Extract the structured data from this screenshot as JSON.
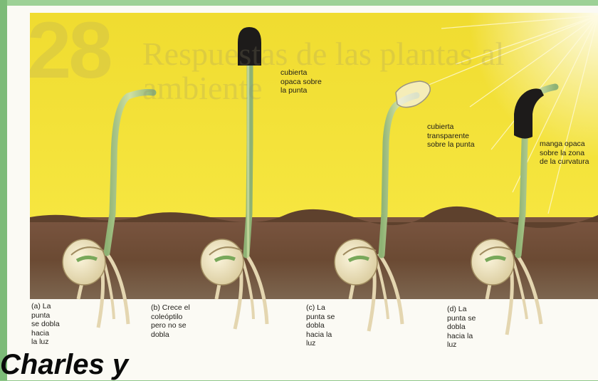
{
  "background_text": {
    "chapter_number": "28",
    "chapter_title": "Respuestas de las plantas al ambiente"
  },
  "annotations": {
    "opaque_cap": "cubierta\nopaca sobre\nla punta",
    "transparent_cap": "cubierta\ntransparente\nsobre la punta",
    "opaque_sleeve": "manga opaca\nsobre la zona\nde la curvatura"
  },
  "panels": [
    {
      "id": "a",
      "label": "(a) La\npunta\nse dobla\nhacia\nla luz"
    },
    {
      "id": "b",
      "label": "(b) Crece el\ncoleóptilo\npero no se\ndobla"
    },
    {
      "id": "c",
      "label": "(c) La\npunta se\ndobla\nhacia la\nluz"
    },
    {
      "id": "d",
      "label": "(d) La\npunta se\ndobla\nhacia la\nluz"
    }
  ],
  "caption": "Charles y",
  "colors": {
    "sky": "#f2e03a",
    "soil": "#6b4a33",
    "stem": "#b9d08e",
    "seed": "#eee3bf",
    "opaque_cover": "#1d1b1a",
    "frame": "#8fc98a"
  }
}
